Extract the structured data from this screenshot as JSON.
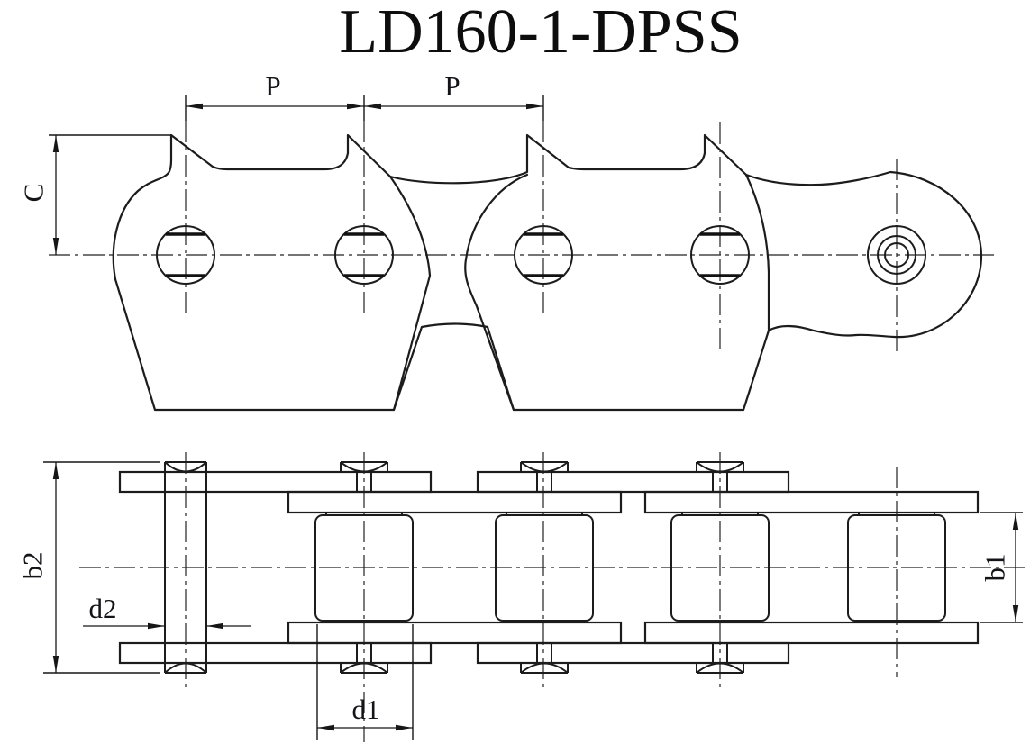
{
  "title": "LD160-1-DPSS",
  "colors": {
    "background": "#ffffff",
    "line": "#1c1c1c",
    "label": "#131318"
  },
  "side_view": {
    "name": "chain side elevation with sharp top plates",
    "dimensions": {
      "pitch1_label": "P",
      "pitch2_label": "P",
      "tooth_height_label": "C"
    }
  },
  "plan_view": {
    "name": "chain top plan view",
    "dimensions": {
      "pin_length_label": "b2",
      "pin_diameter_label": "d2",
      "roller_diameter_label": "d1",
      "inner_width_label": "b1"
    }
  }
}
